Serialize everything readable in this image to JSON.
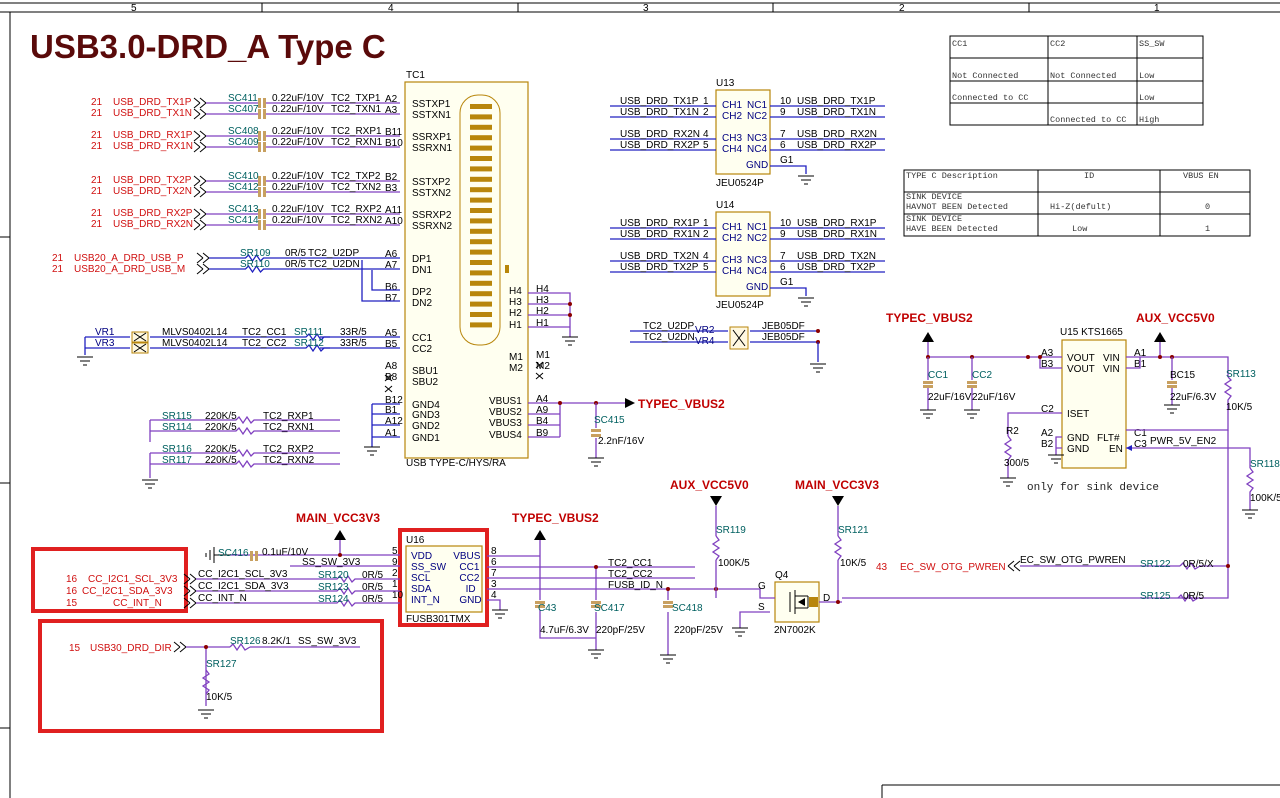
{
  "title": "USB3.0-DRD_A Type C",
  "frame": {
    "zones": [
      "5",
      "4",
      "3",
      "2",
      "1"
    ]
  },
  "tc1": {
    "ref": "TC1",
    "part": "USB TYPE-C/HYS/RA",
    "left_pins": [
      {
        "num": "A2",
        "name": "SSTXP1"
      },
      {
        "num": "A3",
        "name": "SSTXN1"
      },
      {
        "num": "B11",
        "name": "SSRXP1"
      },
      {
        "num": "B10",
        "name": "SSRXN1"
      },
      {
        "num": "B2",
        "name": "SSTXP2"
      },
      {
        "num": "B3",
        "name": "SSTXN2"
      },
      {
        "num": "A11",
        "name": "SSRXP2"
      },
      {
        "num": "A10",
        "name": "SSRXN2"
      },
      {
        "num": "A6",
        "name": "DP1"
      },
      {
        "num": "A7",
        "name": "DN1"
      },
      {
        "num": "B6",
        "name": "DP2"
      },
      {
        "num": "B7",
        "name": "DN2"
      },
      {
        "num": "A5",
        "name": "CC1"
      },
      {
        "num": "B5",
        "name": "CC2"
      },
      {
        "num": "A8",
        "name": "SBU1"
      },
      {
        "num": "B8",
        "name": "SBU2"
      },
      {
        "num": "B12",
        "name": "GND4"
      },
      {
        "num": "B1",
        "name": "GND3"
      },
      {
        "num": "A12",
        "name": "GND2"
      },
      {
        "num": "A1",
        "name": "GND1"
      }
    ],
    "right_pins": [
      {
        "num": "H4",
        "name": "H4"
      },
      {
        "num": "H3",
        "name": "H3"
      },
      {
        "num": "H2",
        "name": "H2"
      },
      {
        "num": "H1",
        "name": "H1"
      },
      {
        "num": "M1",
        "name": "M1"
      },
      {
        "num": "M2",
        "name": "M2"
      },
      {
        "num": "A4",
        "name": "VBUS1"
      },
      {
        "num": "A9",
        "name": "VBUS2"
      },
      {
        "num": "B4",
        "name": "VBUS3"
      },
      {
        "num": "B9",
        "name": "VBUS4"
      }
    ],
    "vbus_net": "TYPEC_VBUS2"
  },
  "ss_caps": [
    {
      "page": "21",
      "net": "USB_DRD_TX1P",
      "ref": "SC411",
      "value": "0.22uF/10V",
      "tc_net": "TC2_TXP1"
    },
    {
      "page": "21",
      "net": "USB_DRD_TX1N",
      "ref": "SC407",
      "value": "0.22uF/10V",
      "tc_net": "TC2_TXN1"
    },
    {
      "page": "21",
      "net": "USB_DRD_RX1P",
      "ref": "SC408",
      "value": "0.22uF/10V",
      "tc_net": "TC2_RXP1"
    },
    {
      "page": "21",
      "net": "USB_DRD_RX1N",
      "ref": "SC409",
      "value": "0.22uF/10V",
      "tc_net": "TC2_RXN1"
    },
    {
      "page": "21",
      "net": "USB_DRD_TX2P",
      "ref": "SC410",
      "value": "0.22uF/10V",
      "tc_net": "TC2_TXP2"
    },
    {
      "page": "21",
      "net": "USB_DRD_TX2N",
      "ref": "SC412",
      "value": "0.22uF/10V",
      "tc_net": "TC2_TXN2"
    },
    {
      "page": "21",
      "net": "USB_DRD_RX2P",
      "ref": "SC413",
      "value": "0.22uF/10V",
      "tc_net": "TC2_RXP2"
    },
    {
      "page": "21",
      "net": "USB_DRD_RX2N",
      "ref": "SC414",
      "value": "0.22uF/10V",
      "tc_net": "TC2_RXN2"
    }
  ],
  "usb2": [
    {
      "page": "21",
      "net": "USB20_A_DRD_USB_P",
      "ref": "SR109",
      "value": "0R/5",
      "tc_net": "TC2_U2DP"
    },
    {
      "page": "21",
      "net": "USB20_A_DRD_USB_M",
      "ref": "SR110",
      "value": "0R/5",
      "tc_net": "TC2_U2DN"
    }
  ],
  "cc_esd": [
    {
      "vr": "VR1",
      "part": "MLVS0402L14",
      "tc_net": "TC2_CC1",
      "ref": "SR111",
      "value": "33R/5"
    },
    {
      "vr": "VR3",
      "part": "MLVS0402L14",
      "tc_net": "TC2_CC2",
      "ref": "SR112",
      "value": "33R/5"
    }
  ],
  "rx_res": [
    {
      "ref": "SR115",
      "value": "220K/5",
      "net": "TC2_RXP1"
    },
    {
      "ref": "SR114",
      "value": "220K/5",
      "net": "TC2_RXN1"
    },
    {
      "ref": "SR116",
      "value": "220K/5",
      "net": "TC2_RXP2"
    },
    {
      "ref": "SR117",
      "value": "220K/5",
      "net": "TC2_RXN2"
    }
  ],
  "sc415": {
    "ref": "SC415",
    "value": "2.2nF/16V"
  },
  "u13": {
    "ref": "U13",
    "part": "JEU0524P",
    "gnd_ref": "G1",
    "pins": [
      {
        "lnet": "USB_DRD_TX1P",
        "lnum": "1",
        "lname": "CH1",
        "rname": "NC1",
        "rnum": "10",
        "rnet": "USB_DRD_TX1P"
      },
      {
        "lnet": "USB_DRD_TX1N",
        "lnum": "2",
        "lname": "CH2",
        "rname": "NC2",
        "rnum": "9",
        "rnet": "USB_DRD_TX1N"
      },
      {
        "lnet": "USB_DRD_RX2N",
        "lnum": "4",
        "lname": "CH3",
        "rname": "NC3",
        "rnum": "7",
        "rnet": "USB_DRD_RX2N"
      },
      {
        "lnet": "USB_DRD_RX2P",
        "lnum": "5",
        "lname": "CH4",
        "rname": "NC4",
        "rnum": "6",
        "rnet": "USB_DRD_RX2P"
      }
    ],
    "gnd": "GND"
  },
  "u14": {
    "ref": "U14",
    "part": "JEU0524P",
    "gnd_ref": "G1",
    "pins": [
      {
        "lnet": "USB_DRD_RX1P",
        "lnum": "1",
        "lname": "CH1",
        "rname": "NC1",
        "rnum": "10",
        "rnet": "USB_DRD_RX1P"
      },
      {
        "lnet": "USB_DRD_RX1N",
        "lnum": "2",
        "lname": "CH2",
        "rname": "NC2",
        "rnum": "9",
        "rnet": "USB_DRD_RX1N"
      },
      {
        "lnet": "USB_DRD_TX2N",
        "lnum": "4",
        "lname": "CH3",
        "rname": "NC3",
        "rnum": "7",
        "rnet": "USB_DRD_TX2N"
      },
      {
        "lnet": "USB_DRD_TX2P",
        "lnum": "5",
        "lname": "CH4",
        "rname": "NC4",
        "rnum": "6",
        "rnet": "USB_DRD_TX2P"
      }
    ],
    "gnd": "GND"
  },
  "jeb": [
    {
      "net": "TC2_U2DP",
      "vr": "VR2",
      "part": "JEB05DF"
    },
    {
      "net": "TC2_U2DN",
      "vr": "VR4",
      "part": "JEB05DF"
    }
  ],
  "cc_table": {
    "headers": [
      "CC1",
      "CC2",
      "SS_SW"
    ],
    "rows": [
      [
        "Not Connected",
        "Not Connected",
        "Low"
      ],
      [
        "Connected to CC",
        "",
        "Low"
      ],
      [
        "",
        "Connected to CC",
        "High"
      ]
    ]
  },
  "sink_table": {
    "headers": [
      "TYPE C Description",
      "ID",
      "VBUS EN"
    ],
    "rows": [
      [
        "SINK DEVICE\n HAVNOT BEEN Detected",
        "Hi-Z(defult)",
        "0"
      ],
      [
        "SINK DEVICE\nHAVE BEEN Detected",
        "Low",
        "1"
      ]
    ]
  },
  "u15": {
    "ref": "U15",
    "part": "KTS1665",
    "left_pins": [
      {
        "num": "A3",
        "name": "VOUT"
      },
      {
        "num": "B3",
        "name": "VOUT"
      },
      {
        "num": "C2",
        "name": "ISET"
      },
      {
        "num": "A2",
        "name": "GND"
      },
      {
        "num": "B2",
        "name": "GND"
      }
    ],
    "right_pins": [
      {
        "num": "A1",
        "name": "VIN"
      },
      {
        "num": "B1",
        "name": "VIN"
      },
      {
        "num": "C1",
        "name": "FLT#"
      },
      {
        "num": "C3",
        "name": "EN"
      }
    ],
    "in_net": "AUX_VCC5V0",
    "out_net": "TYPEC_VBUS2",
    "en_net": "PWR_5V_EN2",
    "cc1": {
      "ref": "CC1",
      "value": "22uF/16V"
    },
    "cc2": {
      "ref": "CC2",
      "value": "22uF/16V"
    },
    "bc15": {
      "ref": "BC15",
      "value": "22uF/6.3V"
    },
    "sr113": {
      "ref": "SR113",
      "value": "10K/5"
    },
    "r2": {
      "ref": "R2",
      "value": "300/5"
    },
    "sr118": {
      "ref": "SR118",
      "value": "100K/5"
    },
    "note": "only for sink device"
  },
  "u16": {
    "ref": "U16",
    "part": "FUSB301TMX",
    "left_pins": [
      {
        "num": "5",
        "name": "VDD"
      },
      {
        "num": "9",
        "name": "SS_SW"
      },
      {
        "num": "2",
        "name": "SCL"
      },
      {
        "num": "1",
        "name": "SDA"
      },
      {
        "num": "10",
        "name": "INT_N"
      }
    ],
    "right_pins": [
      {
        "num": "8",
        "name": "VBUS"
      },
      {
        "num": "6",
        "name": "CC1"
      },
      {
        "num": "7",
        "name": "CC2"
      },
      {
        "num": "3",
        "name": "ID"
      },
      {
        "num": "4",
        "name": "GND"
      }
    ],
    "supply": "MAIN_VCC3V3",
    "vbus": "TYPEC_VBUS2",
    "nets": {
      "ss": "SS_SW_3V3",
      "id": "FUSB_ID_N",
      "cc1": "TC2_CC1",
      "cc2": "TC2_CC2"
    },
    "sc416": {
      "ref": "SC416",
      "value": "0.1uF/10V"
    },
    "c43": {
      "ref": "C43",
      "value": "4.7uF/6.3V"
    },
    "sc417": {
      "ref": "SC417",
      "value": "220pF/25V"
    },
    "sc418": {
      "ref": "SC418",
      "value": "220pF/25V"
    }
  },
  "i2c": [
    {
      "page": "16",
      "net": "CC_I2C1_SCL_3V3",
      "local": "CC_I2C1_SCL_3V3",
      "ref": "SR120",
      "value": "0R/5"
    },
    {
      "page": "16",
      "net": "CC_I2C1_SDA_3V3",
      "local": "CC_I2C1_SDA_3V3",
      "ref": "SR123",
      "value": "0R/5"
    },
    {
      "page": "15",
      "net": "CC_INT_N",
      "local": "CC_INT_N",
      "ref": "SR124",
      "value": "0R/5"
    }
  ],
  "dir": {
    "page": "15",
    "net": "USB30_DRD_DIR",
    "ref": "SR126",
    "value": "8.2K/1",
    "local": "SS_SW_3V3",
    "pd_ref": "SR127",
    "pd_value": "10K/5"
  },
  "q4": {
    "ref": "Q4",
    "part": "2N7002K",
    "g": "G",
    "s": "S",
    "d": "D",
    "aux": "AUX_VCC5V0",
    "main": "MAIN_VCC3V3",
    "sr119": {
      "ref": "SR119",
      "value": "100K/5"
    },
    "sr121": {
      "ref": "SR121",
      "value": "10K/5"
    },
    "otg": {
      "page": "43",
      "net": "EC_SW_OTG_PWREN",
      "local": "EC_SW_OTG_PWREN",
      "ref": "SR122",
      "value": "0R/5/X"
    },
    "sr125": {
      "ref": "SR125",
      "value": "0R/5"
    }
  }
}
